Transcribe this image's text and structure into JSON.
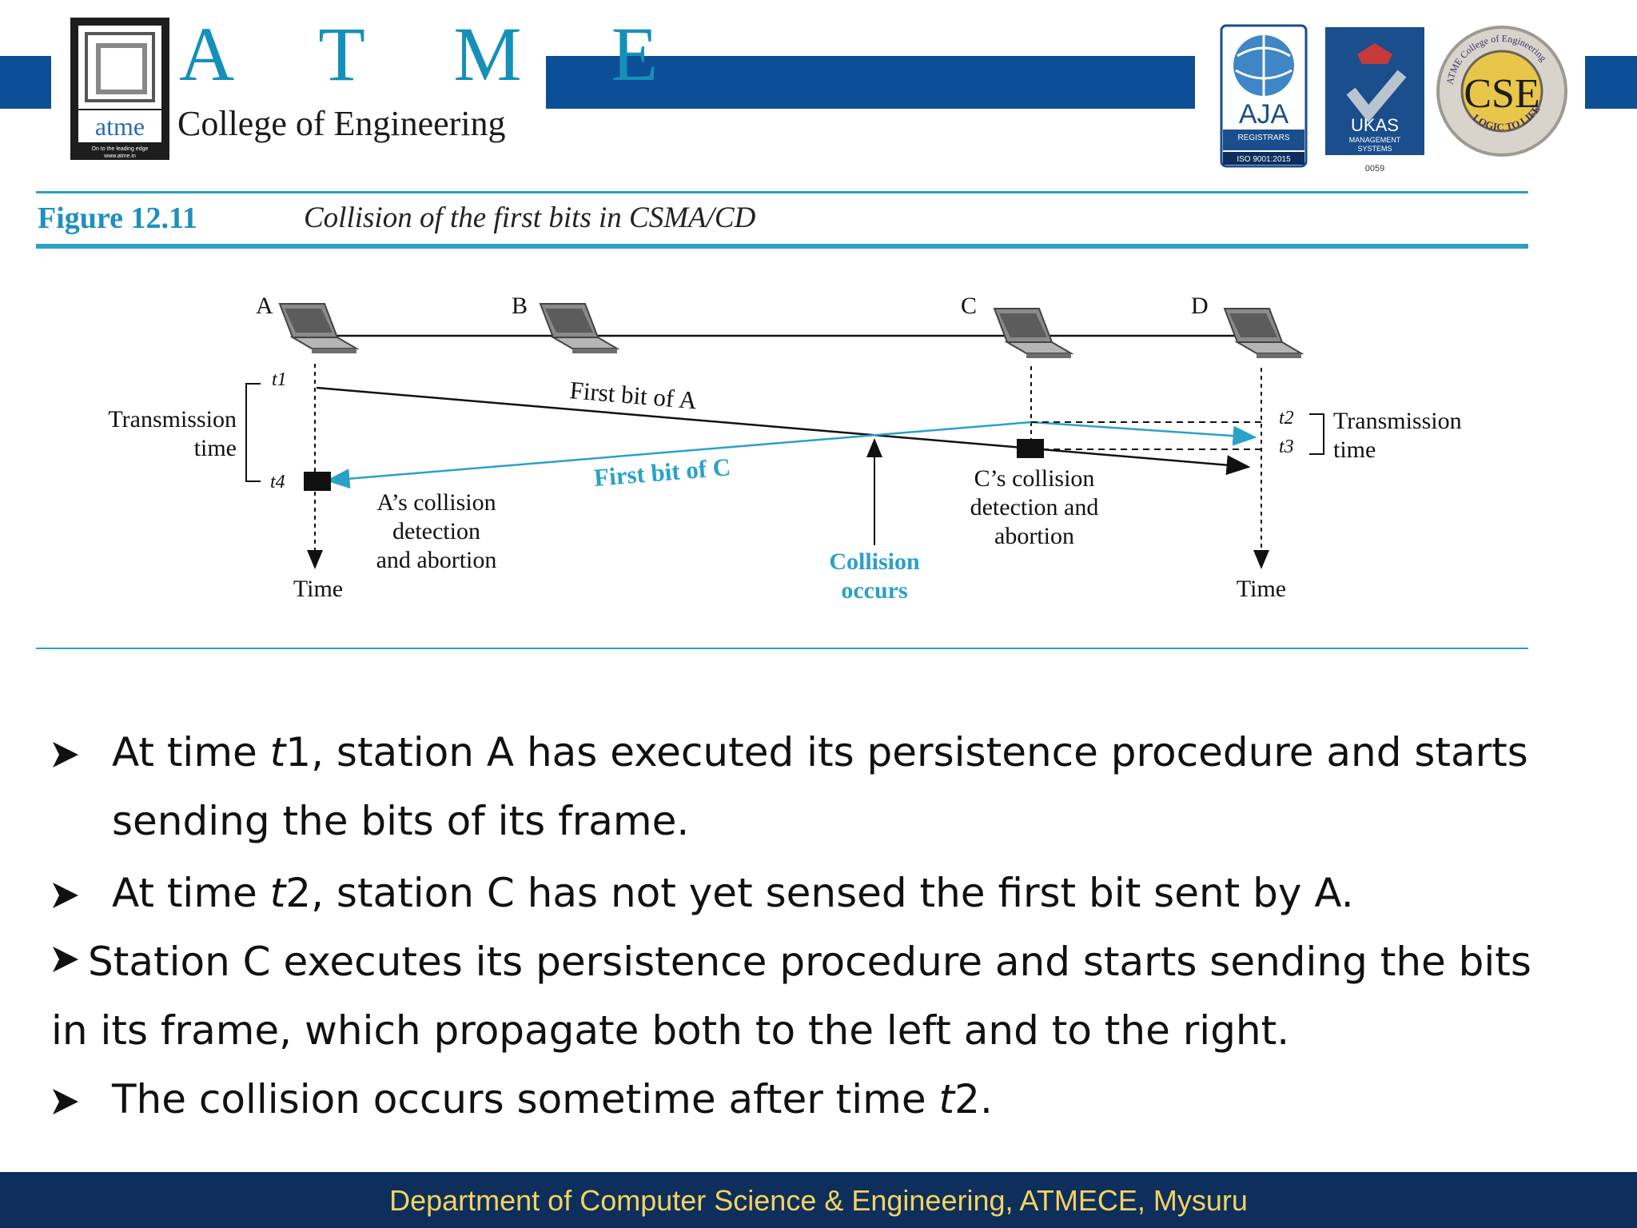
{
  "header": {
    "logo_word": "atme",
    "logo_tagline": "On to the leading edge",
    "logo_url": "www.atme.in",
    "title": "A T M E",
    "subtitle": "College of Engineering",
    "aja": {
      "name": "AJA",
      "registrars": "REGISTRARS",
      "iso": "ISO 9001:2015"
    },
    "ukas": {
      "name": "UKAS",
      "line1": "MANAGEMENT",
      "line2": "SYSTEMS",
      "code": "0059"
    },
    "cse": {
      "name": "CSE",
      "ring_top": "ATME College of Engineering",
      "ring_bottom": "LOGIC TO LIFE"
    }
  },
  "figure": {
    "number": "Figure 12.11",
    "caption": "Collision of the first bits in CSMA/CD",
    "stations": [
      "A",
      "B",
      "C",
      "D"
    ],
    "labels": {
      "t1": "t1",
      "t2": "t2",
      "t3": "t3",
      "t4": "t4",
      "trans_left_1": "Transmission",
      "trans_left_2": "time",
      "trans_right_1": "Transmission",
      "trans_right_2": "time",
      "first_bit_a": "First bit of A",
      "first_bit_c": "First bit of C",
      "a_collision_1": "A’s collision",
      "a_collision_2": "detection",
      "a_collision_3": "and abortion",
      "c_collision_1": "C’s collision",
      "c_collision_2": "detection and",
      "c_collision_3": "abortion",
      "collision_1": "Collision",
      "collision_2": "occurs",
      "time_left": "Time",
      "time_right": "Time"
    },
    "colors": {
      "accent": "#2aa1c6",
      "line": "#111111"
    }
  },
  "bullets": [
    {
      "prefix": "At time ",
      "var": "t",
      "rest": "1, station A has executed its persistence procedure and starts",
      "cont": "sending the bits of its frame."
    },
    {
      "prefix": "At time ",
      "var": "t",
      "rest": "2, station C has not yet sensed the first bit sent by A."
    },
    {
      "text": "Station C executes its persistence procedure and starts sending the bits",
      "cont": "in its frame, which propagate both to the left and to the right."
    },
    {
      "prefix": "The collision occurs sometime after time ",
      "var": "t",
      "rest": "2."
    }
  ],
  "footer": {
    "text": "Department of Computer Science & Engineering, ATMECE, Mysuru"
  },
  "colors": {
    "brand_blue": "#0d4f96",
    "footer_bg": "#0e2f5c",
    "footer_text": "#f4d35e",
    "figure_accent": "#2aa1c6"
  }
}
